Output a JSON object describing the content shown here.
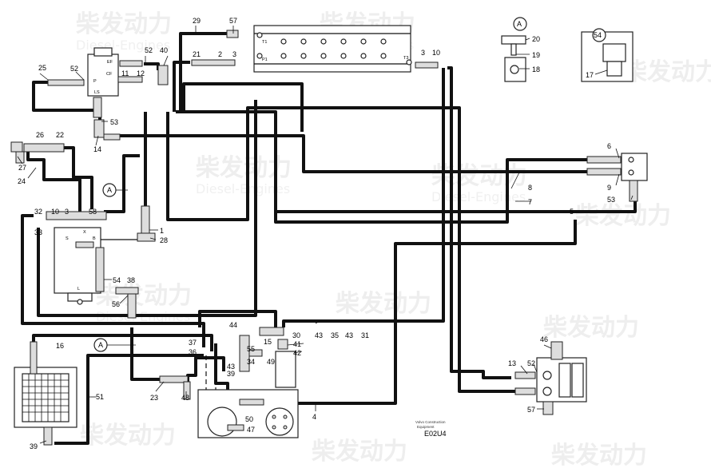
{
  "diagram": {
    "callouts": [
      "29",
      "57",
      "21",
      "2",
      "3",
      "T1",
      "P1",
      "T3",
      "3",
      "10",
      "52",
      "40",
      "25",
      "52",
      "11",
      "12",
      "53",
      "14",
      "26",
      "22",
      "27",
      "24",
      "A",
      "32",
      "10",
      "3",
      "58",
      "33",
      "1",
      "28",
      "54",
      "38",
      "56",
      "16",
      "A",
      "51",
      "39",
      "23",
      "48",
      "37",
      "36",
      "44",
      "43",
      "39",
      "55",
      "15",
      "34",
      "49",
      "30",
      "43",
      "35",
      "43",
      "31",
      "41",
      "42",
      "50",
      "47",
      "4",
      "8",
      "7",
      "5",
      "6",
      "9",
      "53",
      "13",
      "52",
      "46",
      "57",
      "20",
      "19",
      "18",
      "17",
      "A",
      "54"
    ],
    "fitting_marks": [
      "EF",
      "P",
      "LS",
      "CF",
      "S",
      "X",
      "B",
      "L",
      "T",
      "T1",
      "P1",
      "T3"
    ],
    "caption_line1": "Volvo Construction",
    "caption_line2": "Equipment",
    "drawing_code": "E02U4",
    "watermark_cn": "柴发动力",
    "watermark_en": "Diesel-Engines"
  }
}
